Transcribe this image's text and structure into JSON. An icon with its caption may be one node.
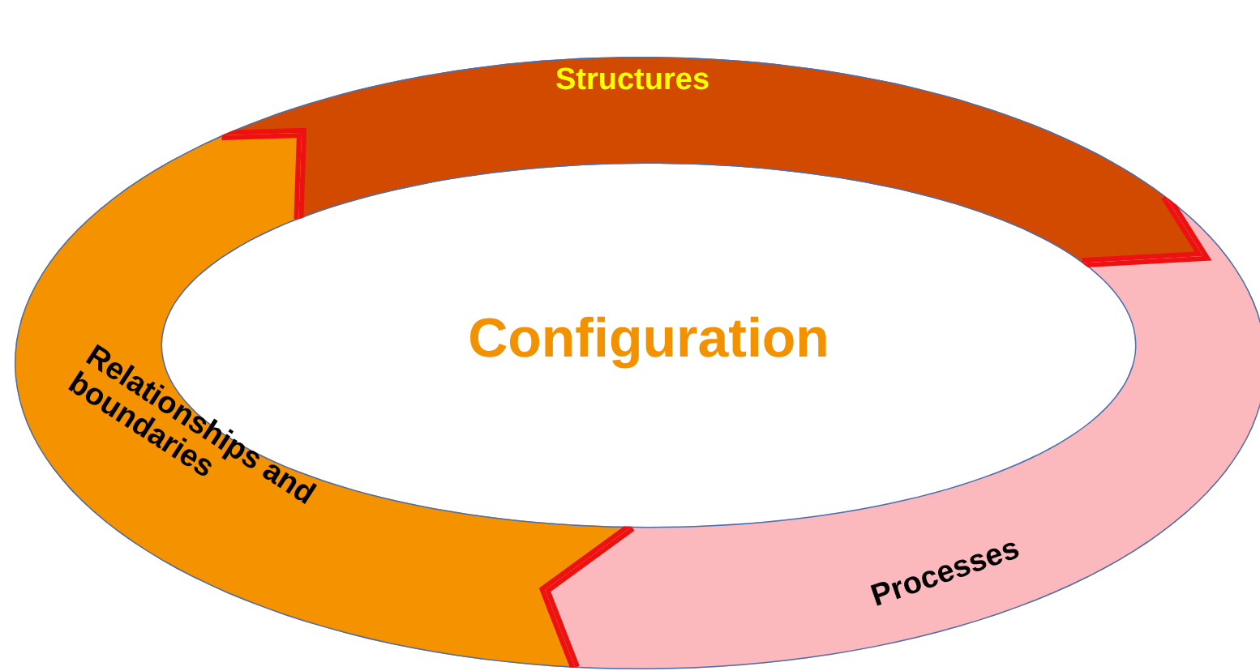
{
  "diagram": {
    "nodes": [
      {
        "text": [
          "Structures"
        ]
      },
      {
        "text": [
          "Processes"
        ]
      },
      {
        "text": [
          "Relationships and boundaries"
        ]
      }
    ],
    "labels": [
      "Configuration"
    ]
  }
}
